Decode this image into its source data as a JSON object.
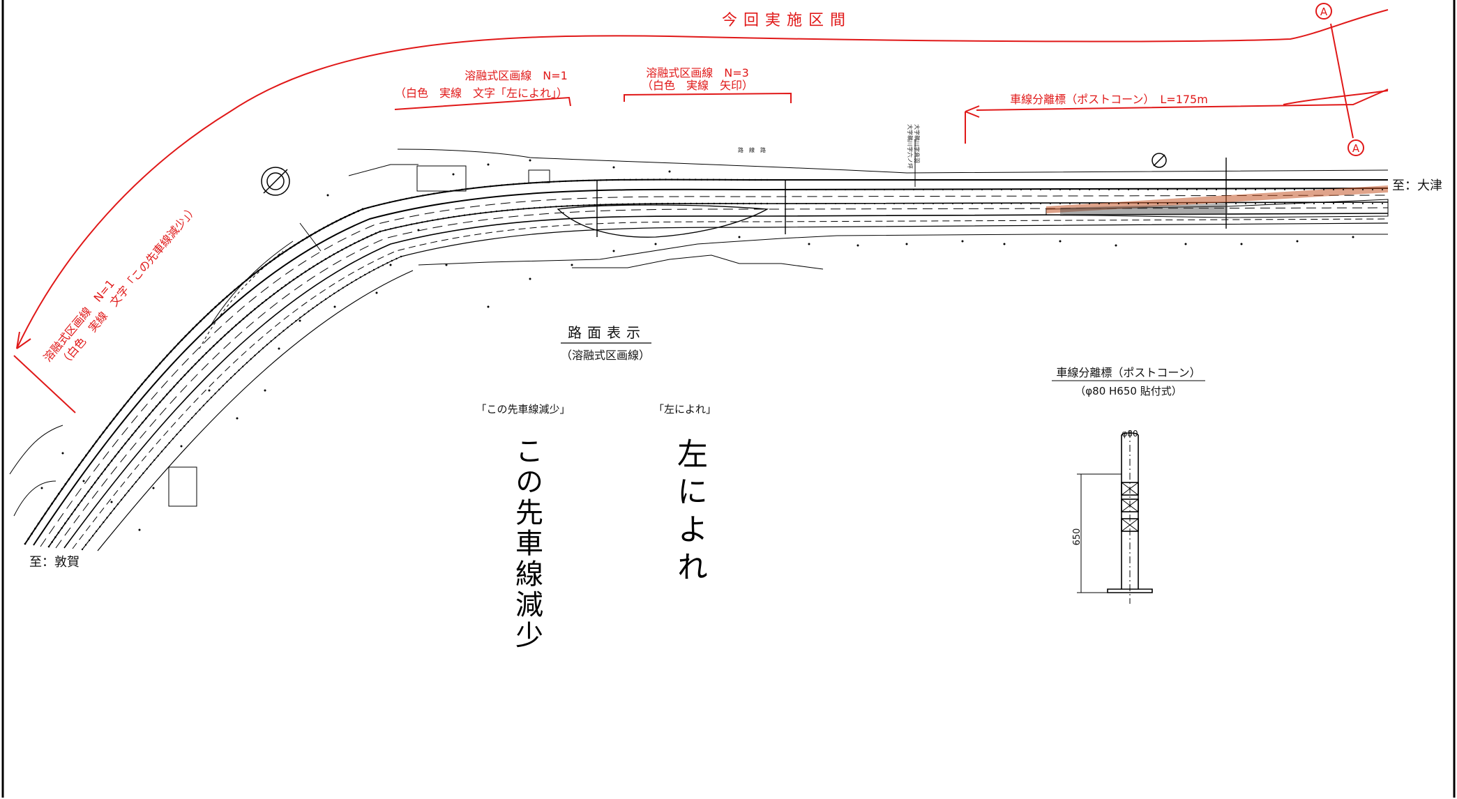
{
  "header": {
    "section_label": "今回実施区間",
    "section_marker": "A"
  },
  "callouts": {
    "n1_right": {
      "line1": "溶融式区画線　N=1",
      "line2": "（白色　実線　文字「左によれ」）"
    },
    "n3": {
      "line1": "溶融式区画線　N=3",
      "line2": "（白色　実線　矢印）"
    },
    "postcone_run": "車線分離標（ポストコーン）　L=175m",
    "n1_left": {
      "line1": "溶融式区画線　N=1",
      "line2": "（白色　実線　文字「この先車線減少」）"
    }
  },
  "directions": {
    "east": "至：大津",
    "west": "至：敦賀"
  },
  "road_marking": {
    "title": "路面表示",
    "subtitle": "（溶融式区画線）",
    "caption_left": "「この先車線減少」",
    "caption_right": "「左によれ」",
    "text_left": "この先車線減少",
    "text_right": "左によれ"
  },
  "post_cone": {
    "title": "車線分離標（ポストコーン）",
    "subtitle": "（φ80 H650 貼付式）",
    "diameter_label": "φ80",
    "height_label": "650"
  },
  "map_labels": {
    "road_name": "路　線　路",
    "place_name": "大字鵜川字音羽\n大字鵜川字六ノ坪"
  },
  "colors": {
    "annotation": "#e01818",
    "drawing": "#000000"
  }
}
